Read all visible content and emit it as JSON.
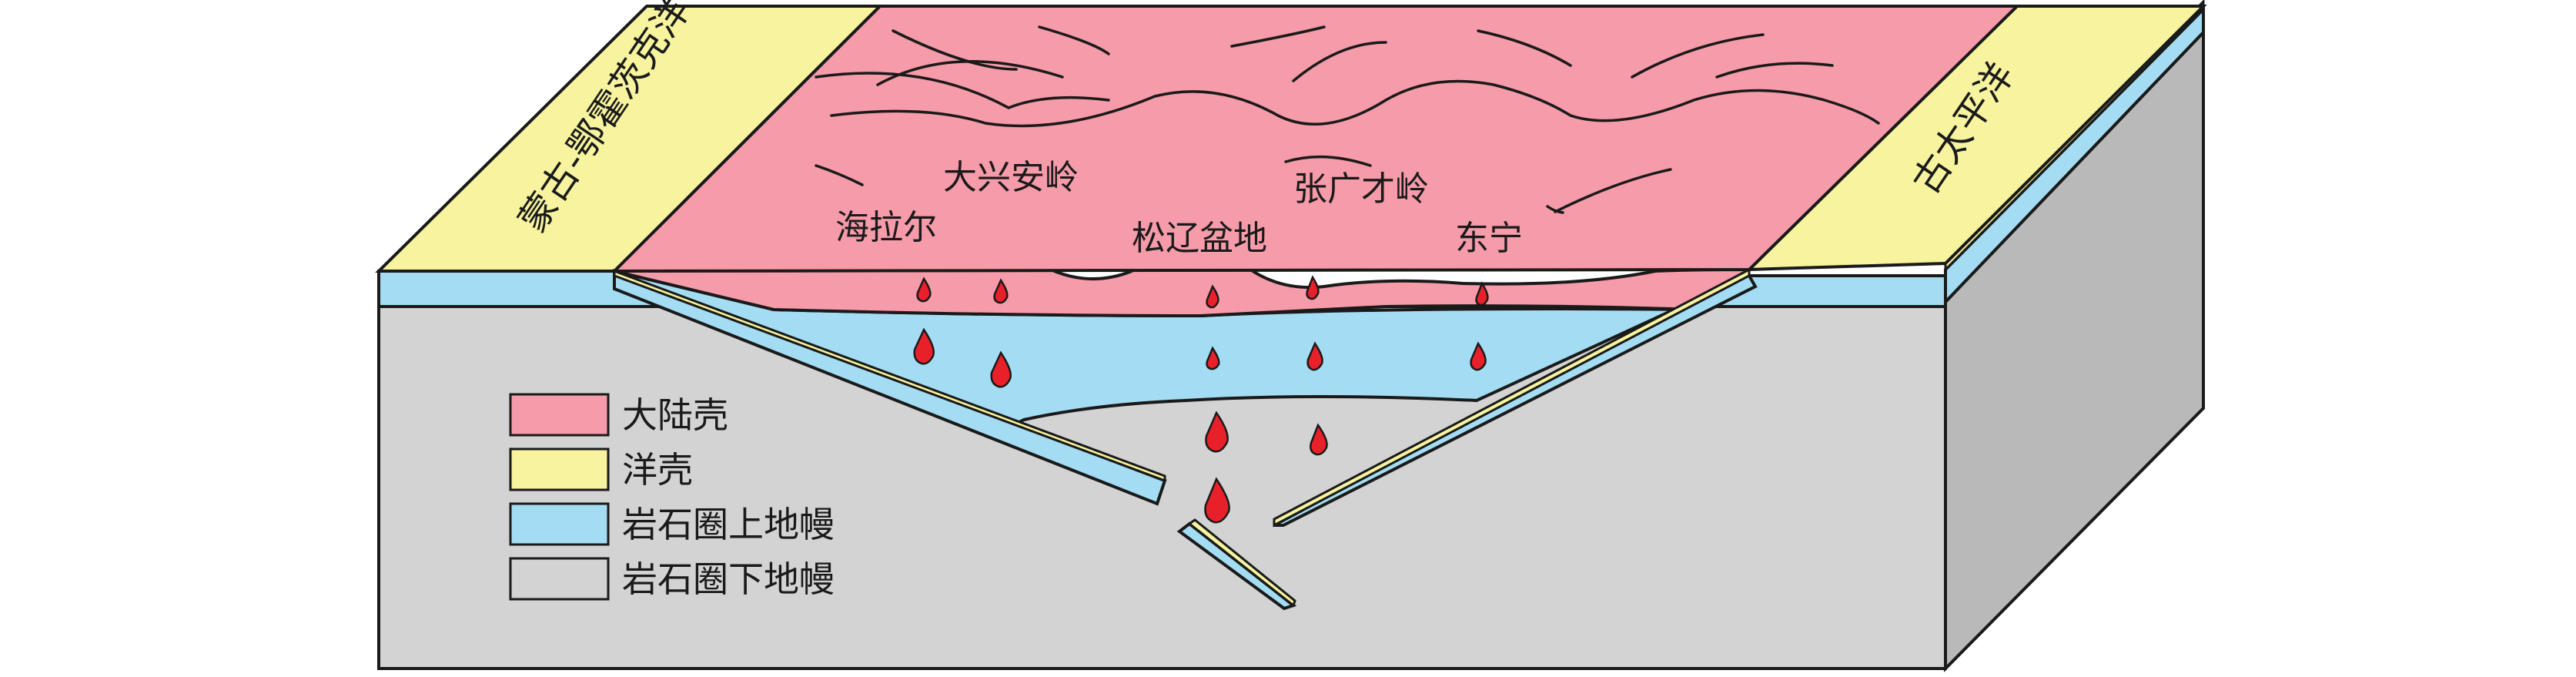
{
  "oceans": {
    "left": "蒙古-鄂霍茨克洋",
    "right": "古太平洋"
  },
  "places": [
    {
      "id": "hailar",
      "name": "海拉尔"
    },
    {
      "id": "daxinganling",
      "name": "大兴安岭"
    },
    {
      "id": "songliao",
      "name": "松辽盆地"
    },
    {
      "id": "zhangguangcai",
      "name": "张广才岭"
    },
    {
      "id": "dongning",
      "name": "东宁"
    }
  ],
  "legend": [
    {
      "label": "大陆壳",
      "color": "#F59BAA"
    },
    {
      "label": "洋壳",
      "color": "#F7F39E"
    },
    {
      "label": "岩石圈上地幔",
      "color": "#A4DDF3"
    },
    {
      "label": "岩石圈下地幔",
      "color": "#D3D3D3"
    }
  ],
  "colors": {
    "continental_crust": "#F59BAA",
    "oceanic_crust": "#F7F39E",
    "upper_mantle": "#A4DDF3",
    "lower_mantle": "#D3D3D3",
    "side_face": "#B9B9B9",
    "magma": "#E8202A"
  }
}
